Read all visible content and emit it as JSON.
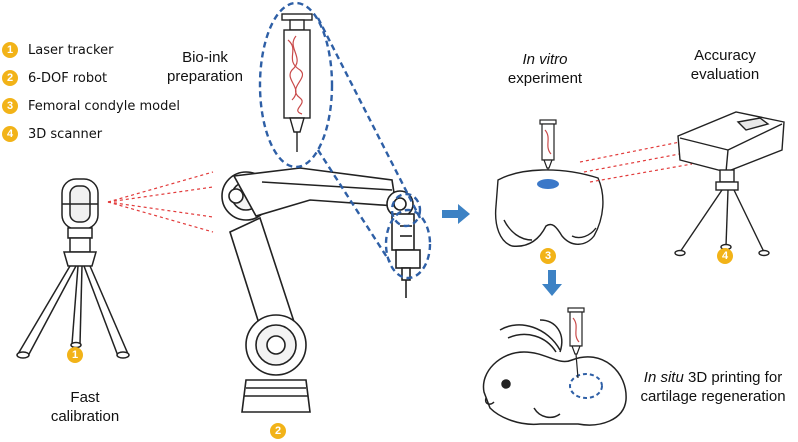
{
  "colors": {
    "badge": "#f2b318",
    "dashed_blue": "#2e5fa6",
    "arrow_blue": "#3d82c4",
    "laser_red": "#e23b3b",
    "target_blue": "#3b78c8",
    "line": "#222222"
  },
  "legend": [
    {
      "num": "1",
      "label": "Laser tracker"
    },
    {
      "num": "2",
      "label": "6-DOF robot"
    },
    {
      "num": "3",
      "label": "Femoral condyle model"
    },
    {
      "num": "4",
      "label": "3D scanner"
    }
  ],
  "captions": {
    "bioink_line1": "Bio-ink",
    "bioink_line2": "preparation",
    "invitro_italic": "In vitro",
    "invitro_line2": "experiment",
    "accuracy_line1": "Accuracy",
    "accuracy_line2": "evaluation",
    "fastcal_line1": "Fast",
    "fastcal_line2": "calibration",
    "insitu_italic": "In situ",
    "insitu_rest": " 3D printing for",
    "insitu_line2": "cartilage regeneration"
  },
  "markers": {
    "tracker": "1",
    "robot": "2",
    "condyle": "3",
    "scanner": "4"
  },
  "icons": {
    "laser_tracker": "laser-tracker-icon",
    "robot": "robot-arm-icon",
    "syringe": "syringe-icon",
    "condyle": "femoral-condyle-icon",
    "scanner": "3d-scanner-icon",
    "rabbit": "rabbit-icon"
  }
}
